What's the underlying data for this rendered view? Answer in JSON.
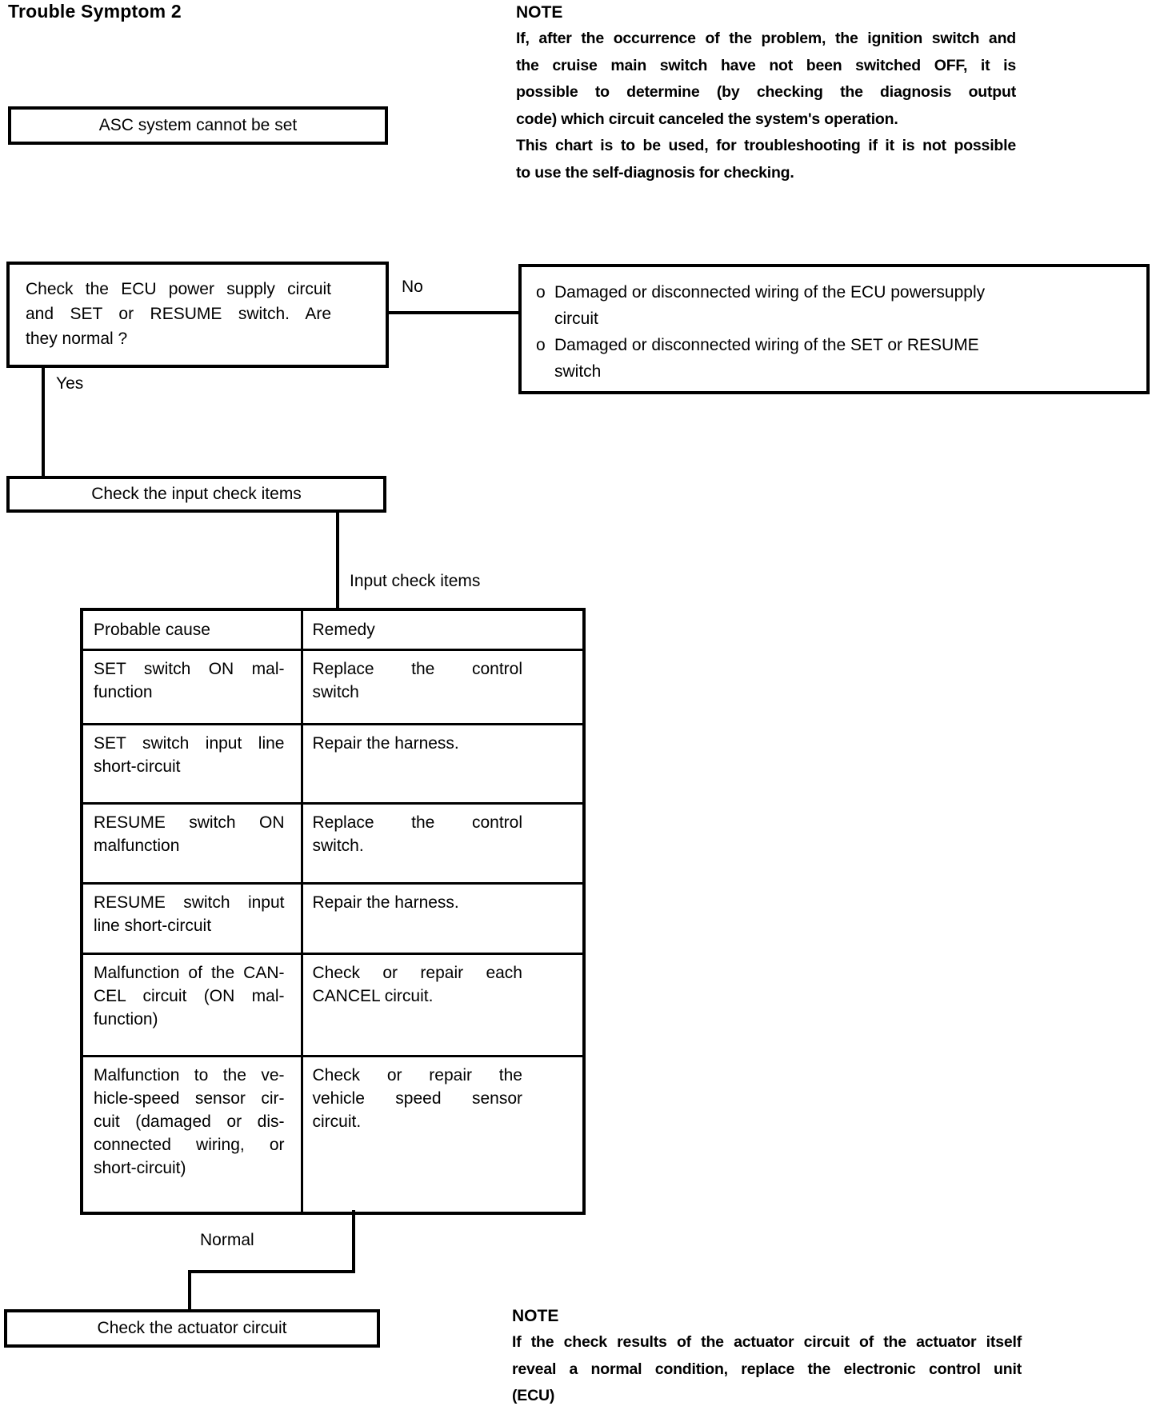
{
  "page": {
    "title": "Trouble Symptom 2"
  },
  "note_top": {
    "heading": "NOTE",
    "para1": [
      "If, after the occurrence of the problem, the ignition switch and",
      "the cruise main switch have not been switched OFF, it is",
      "possible to determine (by checking the diagnosis output",
      "code) which circuit canceled the system's operation."
    ],
    "para2": [
      "This chart is to be used, for troubleshooting if it is not possible",
      "to use the self-diagnosis for checking."
    ]
  },
  "flow": {
    "start_box": "ASC system cannot be set",
    "decision_box": [
      "Check the ECU power supply circuit",
      "and SET or RESUME switch. Are",
      "they normal ?"
    ],
    "no_label": "No",
    "yes_label": "Yes",
    "result_box": {
      "bullet": "o",
      "items": [
        [
          "Damaged or disconnected wiring of the ECU powersupply",
          "circuit"
        ],
        [
          "Damaged or disconnected wiring of the SET or RESUME",
          "switch"
        ]
      ]
    },
    "input_check_box": "Check the input check items",
    "table_caption": "Input check items",
    "normal_label": "Normal",
    "actuator_box": "Check the actuator circuit"
  },
  "table": {
    "headers": [
      "Probable cause",
      "Remedy"
    ],
    "rows": [
      {
        "cause": [
          "SET switch ON mal-",
          "function"
        ],
        "remedy": [
          "Replace the control",
          "switch"
        ]
      },
      {
        "cause": [
          "SET switch input line",
          "short-circuit"
        ],
        "remedy": [
          "Repair the harness."
        ]
      },
      {
        "cause": [
          "RESUME switch ON",
          "malfunction"
        ],
        "remedy": [
          "Replace the control",
          "switch."
        ]
      },
      {
        "cause": [
          "RESUME switch input",
          "line short-circuit"
        ],
        "remedy": [
          "Repair the harness."
        ]
      },
      {
        "cause": [
          "Malfunction of the CAN-",
          "CEL circuit (ON mal-",
          "function)"
        ],
        "remedy": [
          "Check or repair each",
          "CANCEL circuit."
        ]
      },
      {
        "cause": [
          "Malfunction to the ve-",
          "hicle-speed sensor cir-",
          "cuit (damaged or dis-",
          "connected wiring, or",
          "short-circuit)"
        ],
        "remedy": [
          "Check or repair the",
          "vehicle speed sensor",
          "circuit."
        ]
      }
    ]
  },
  "note_bottom": {
    "heading": "NOTE",
    "para": [
      "If the check results of the actuator circuit of the actuator itself",
      "reveal a normal condition, replace the electronic control unit",
      "(ECU)"
    ]
  }
}
